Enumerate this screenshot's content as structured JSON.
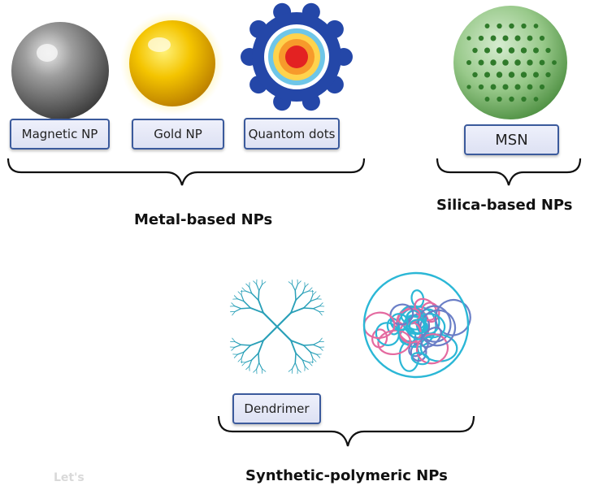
{
  "items": {
    "magnetic": "Magnetic NP",
    "gold": "Gold NP",
    "quantum": "Quantom dots",
    "msn": "MSN",
    "dendrimer": "Dendrimer"
  },
  "groups": {
    "metal": "Metal-based NPs",
    "silica": "Silica-based NPs",
    "polymer": "Synthetic-polymeric NPs"
  },
  "watermark": "Let's",
  "colors": {
    "magnetic": "#8a8a8a",
    "gold": "#f2c200",
    "quantum_outer": "#2447a8",
    "quantum_core": "#e32222",
    "msn": "#4f9a44",
    "dendrimer": "#2aa0b8",
    "polymer_pink": "#e46aa0",
    "polymer_cyan": "#2bb7d6",
    "label_border": "#3b5a9c"
  }
}
